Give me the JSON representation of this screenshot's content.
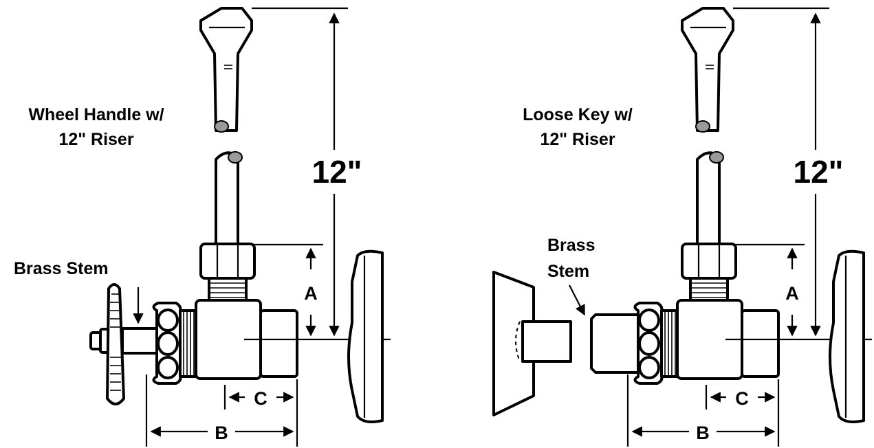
{
  "left": {
    "title_line1": "Wheel Handle w/",
    "title_line2": "12\" Riser",
    "stem_label": "Brass Stem",
    "dim_12": "12\"",
    "dim_a": "A",
    "dim_b": "B",
    "dim_c": "C"
  },
  "right": {
    "title_line1": "Loose Key w/",
    "title_line2": "12\" Riser",
    "stem_line1": "Brass",
    "stem_line2": "Stem",
    "dim_12": "12\"",
    "dim_a": "A",
    "dim_b": "B",
    "dim_c": "C"
  }
}
